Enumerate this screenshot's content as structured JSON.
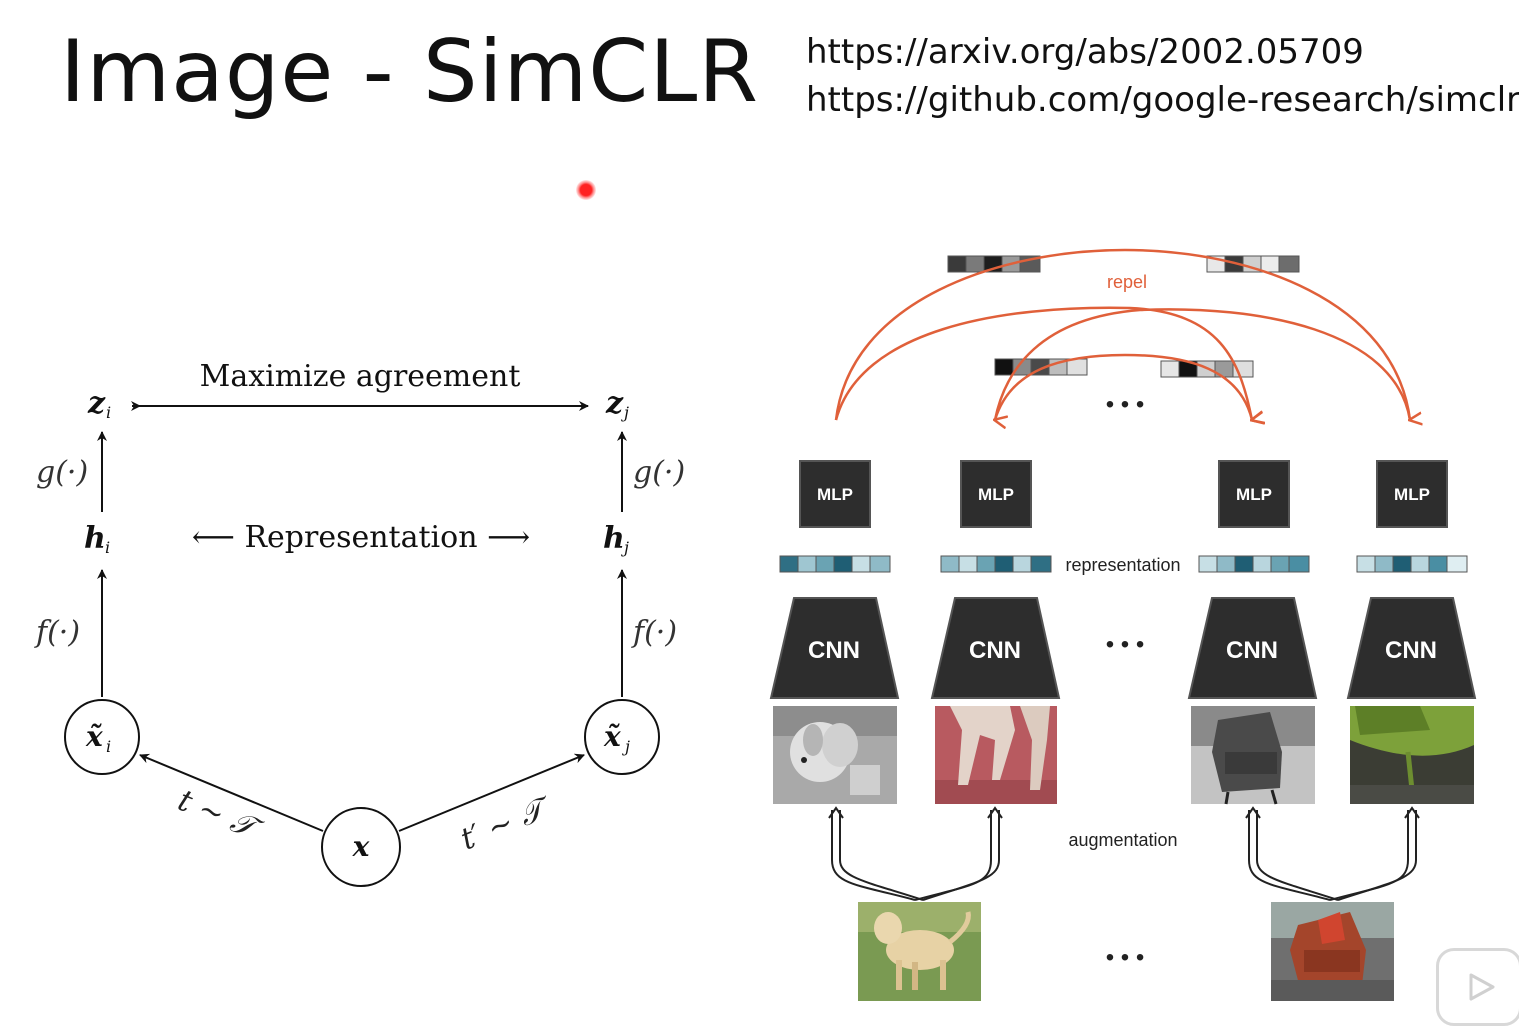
{
  "slide": {
    "title": "Image - SimCLR",
    "links": [
      "https://arxiv.org/abs/2002.05709",
      "https://github.com/google-research/simclr"
    ]
  },
  "left_diagram": {
    "top_label": "Maximize agreement",
    "mid_label": "⟵ Representation ⟶",
    "z_i": "z",
    "z_j": "z",
    "h_i": "h",
    "h_j": "h",
    "g_left": "g(·)",
    "g_right": "g(·)",
    "f_left": "f(·)",
    "f_right": "f(·)",
    "x_i": "x̃",
    "x_j": "x̃",
    "x": "x",
    "sub_i": "i",
    "sub_j": "j",
    "t_left": "t ∼ 𝒯",
    "t_right": "t′ ∼ 𝒯"
  },
  "right_diagram": {
    "repel_label": "repel",
    "representation_label": "representation",
    "augmentation_label": "augmentation",
    "mlp_label": "MLP",
    "cnn_label": "CNN",
    "ellipsis": "• • •",
    "colors": {
      "repel": "#e0603a",
      "block": "#2d2d2d",
      "rep_dark": "#1f5e74",
      "rep_mid": "#4a8ea3",
      "rep_light": "#b9d6de"
    },
    "images": [
      "dog-grayscale",
      "dog-legs-red-tint",
      "chair-grayscale",
      "chair-green-crop",
      "dog-original",
      "chair-original"
    ]
  }
}
